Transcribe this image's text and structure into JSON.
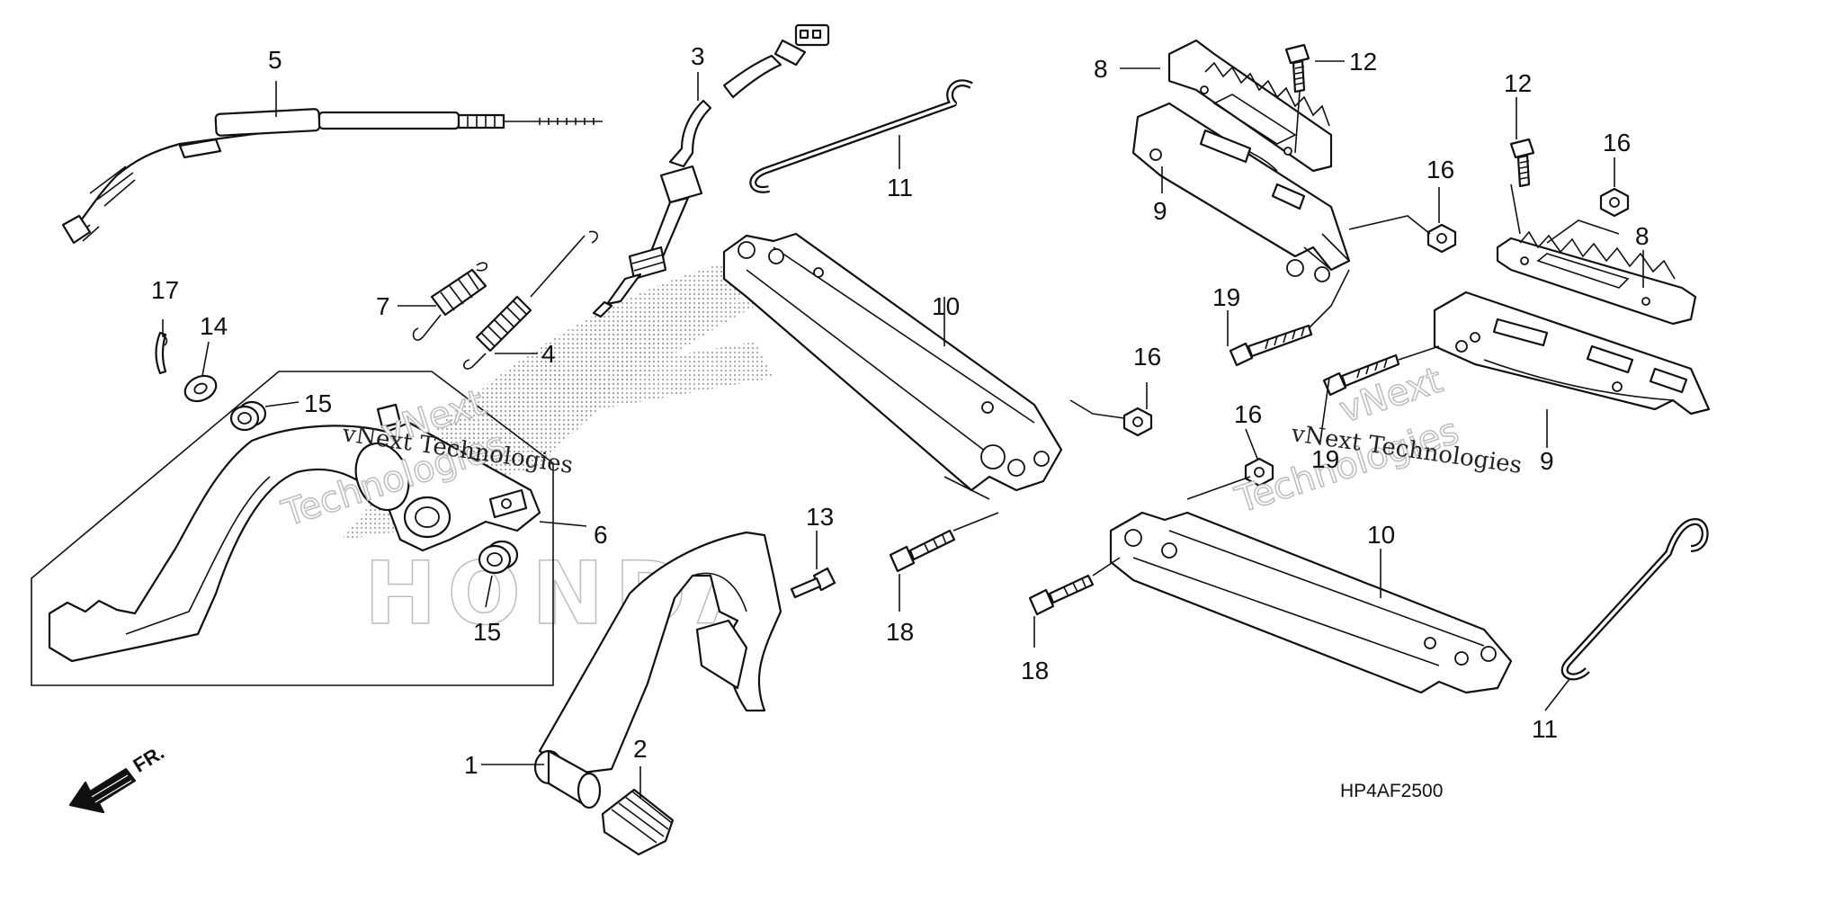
{
  "diagram_code": "HP4AF2500",
  "direction_label": "FR.",
  "watermark": {
    "company": "vNext Technologies",
    "word1": "vNext",
    "word2": "Technologies",
    "brand": "HONDA"
  },
  "callouts": [
    {
      "id": "c5",
      "text": "5"
    },
    {
      "id": "c3",
      "text": "3"
    },
    {
      "id": "c11a",
      "text": "11"
    },
    {
      "id": "c8a",
      "text": "8"
    },
    {
      "id": "c12a",
      "text": "12"
    },
    {
      "id": "c12b",
      "text": "12"
    },
    {
      "id": "c16a",
      "text": "16"
    },
    {
      "id": "c16b",
      "text": "16"
    },
    {
      "id": "c9a",
      "text": "9"
    },
    {
      "id": "c8b",
      "text": "8"
    },
    {
      "id": "c17",
      "text": "17"
    },
    {
      "id": "c14",
      "text": "14"
    },
    {
      "id": "c7",
      "text": "7"
    },
    {
      "id": "c4",
      "text": "4"
    },
    {
      "id": "c10a",
      "text": "10"
    },
    {
      "id": "c19a",
      "text": "19"
    },
    {
      "id": "c16c",
      "text": "16"
    },
    {
      "id": "c15a",
      "text": "15"
    },
    {
      "id": "c16d",
      "text": "16"
    },
    {
      "id": "c19b",
      "text": "19"
    },
    {
      "id": "c9b",
      "text": "9"
    },
    {
      "id": "c6",
      "text": "6"
    },
    {
      "id": "c13",
      "text": "13"
    },
    {
      "id": "c10b",
      "text": "10"
    },
    {
      "id": "c15b",
      "text": "15"
    },
    {
      "id": "c18a",
      "text": "18"
    },
    {
      "id": "c18b",
      "text": "18"
    },
    {
      "id": "c1",
      "text": "1"
    },
    {
      "id": "c2",
      "text": "2"
    },
    {
      "id": "c11b",
      "text": "11"
    }
  ]
}
